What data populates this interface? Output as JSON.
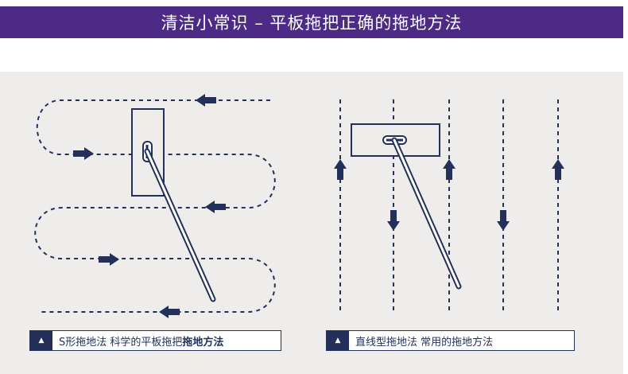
{
  "banner": {
    "title": "清洁小常识 – 平板拖把正确的拖地方法"
  },
  "left_method": {
    "name": "S形拖地法",
    "desc": "科学的平板拖把",
    "emphasis": "拖地方法"
  },
  "right_method": {
    "name": "直线型拖地法",
    "desc": "常用的拖地方法"
  },
  "icons": {
    "caption_marker": "triangle-up-icon"
  },
  "colors": {
    "banner": "#4c2a86",
    "navy": "#23315a",
    "panel": "#efedec"
  }
}
